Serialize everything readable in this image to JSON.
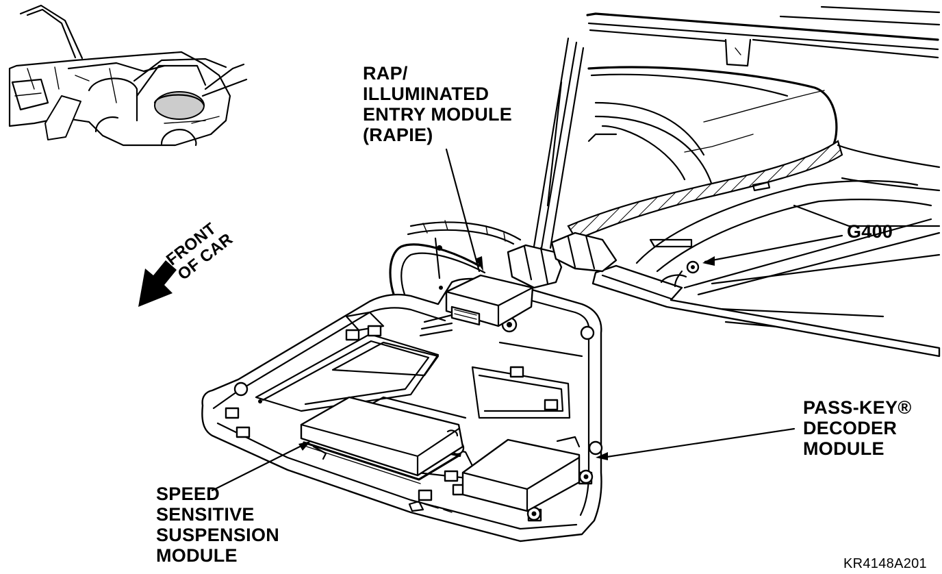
{
  "labels": {
    "rapie": [
      "RAP/",
      "ILLUMINATED",
      "ENTRY MODULE",
      "(RAPIE)"
    ],
    "g400": "G400",
    "passkey": [
      "PASS-KEY®",
      "DECODER",
      "MODULE"
    ],
    "suspension": [
      "SPEED",
      "SENSITIVE",
      "SUSPENSION",
      "MODULE"
    ],
    "front": [
      "FRONT",
      "OF CAR"
    ],
    "figure_code": "KR4148A201"
  },
  "icons": {
    "direction_arrow": "front-of-car-arrow-icon",
    "locator": "car-locator-thumbnail"
  }
}
